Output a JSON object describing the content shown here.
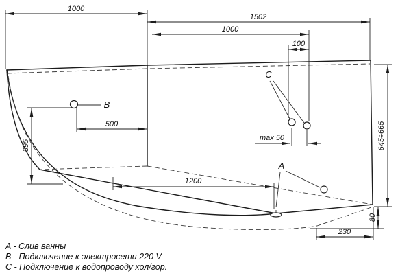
{
  "dims": {
    "left_width": "1000",
    "right_width": "1502",
    "depth": "1000",
    "c_offset": "100",
    "c_spacing": "max 50",
    "b_offset": "500",
    "b_height": "395",
    "drain_offset": "1200",
    "height_range": "645÷665",
    "drain_height": "80",
    "drain_side": "230"
  },
  "labels": {
    "a": "A",
    "b": "B",
    "c": "C"
  },
  "legend": {
    "a": "A - Слив ванны",
    "b": "B - Подключение к электросети 220 V",
    "c": "C - Подключение к водопроводу хол/гор."
  }
}
